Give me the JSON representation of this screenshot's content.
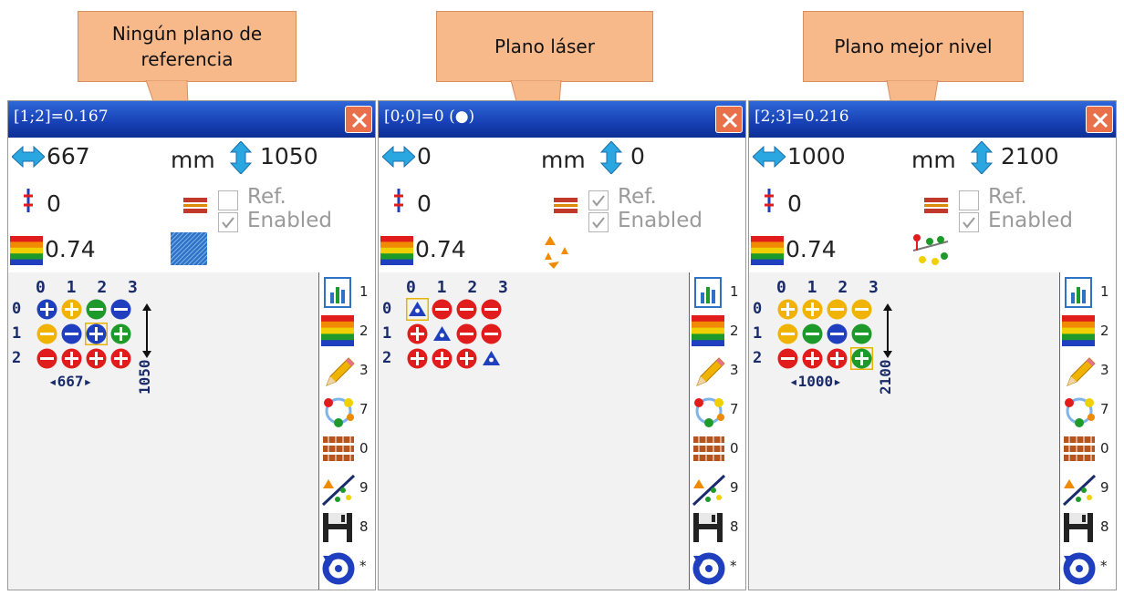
{
  "callouts": [
    {
      "line1": "Ningún plano de",
      "line2": "referencia"
    },
    {
      "line1": "Plano láser",
      "line2": ""
    },
    {
      "line1": "Plano mejor nivel",
      "line2": ""
    }
  ],
  "panels": [
    {
      "title": "[1;2]=0.167",
      "h_value": "667",
      "unit": "mm",
      "v_value": "1050",
      "tilt_value": "0",
      "ref_label": "Ref.",
      "enabled_label": "Enabled",
      "ref_checked": false,
      "enabled_checked": true,
      "color_value": "0.74",
      "plane_icon": "blue-hatched-plane-icon",
      "col_labels": "0 1 2 3",
      "row_labels": [
        "0",
        "1",
        "2"
      ],
      "cells": [
        [
          "plus-blue",
          "plus-yellow",
          "minus-green",
          "minus-blue"
        ],
        [
          "minus-yellow",
          "minus-blue",
          "plus-blue-selected",
          "plus-green"
        ],
        [
          "minus-red",
          "plus-red",
          "plus-red",
          "plus-red"
        ]
      ],
      "width_label": "667",
      "height_label": "1050"
    },
    {
      "title": "[0;0]=0 (●)",
      "h_value": "0",
      "unit": "mm",
      "v_value": "0",
      "tilt_value": "0",
      "ref_label": "Ref.",
      "enabled_label": "Enabled",
      "ref_checked": true,
      "enabled_checked": true,
      "color_value": "0.74",
      "plane_icon": "laser-plane-icon",
      "col_labels": "0 1 2 3",
      "row_labels": [
        "0",
        "1",
        "2"
      ],
      "cells": [
        [
          "triangle-blue-selected",
          "minus-red",
          "minus-red",
          "minus-red"
        ],
        [
          "plus-red",
          "triangle-blue",
          "minus-red",
          "minus-red"
        ],
        [
          "plus-red",
          "plus-red",
          "plus-red",
          "triangle-blue"
        ]
      ],
      "width_label": "",
      "height_label": ""
    },
    {
      "title": "[2;3]=0.216",
      "h_value": "1000",
      "unit": "mm",
      "v_value": "2100",
      "tilt_value": "0",
      "ref_label": "Ref.",
      "enabled_label": "Enabled",
      "ref_checked": false,
      "enabled_checked": true,
      "color_value": "0.74",
      "plane_icon": "best-level-plane-icon",
      "col_labels": "0 1 2 3",
      "row_labels": [
        "0",
        "1",
        "2"
      ],
      "cells": [
        [
          "plus-yellow",
          "plus-yellow",
          "minus-yellow",
          "minus-yellow"
        ],
        [
          "minus-yellow",
          "minus-green",
          "minus-blue",
          "minus-green"
        ],
        [
          "minus-red",
          "plus-red",
          "plus-red",
          "plus-green-selected"
        ]
      ],
      "width_label": "1000",
      "height_label": "2100"
    }
  ],
  "toolbar": [
    {
      "icon": "report-icon",
      "num": "1"
    },
    {
      "icon": "color-scale-icon",
      "num": "2"
    },
    {
      "icon": "pencil-icon",
      "num": "3"
    },
    {
      "icon": "network-icon",
      "num": "7"
    },
    {
      "icon": "ruler-stack-icon",
      "num": "0"
    },
    {
      "icon": "plane-tool-icon",
      "num": "9"
    },
    {
      "icon": "save-icon",
      "num": "8"
    },
    {
      "icon": "undo-icon",
      "num": "*"
    }
  ],
  "colors": {
    "blue": "#1f3fbf",
    "yellow": "#f0b400",
    "green": "#1d9a2a",
    "red": "#e01c1c",
    "title_bar": "#1d48c0",
    "callout": "#f8b98a"
  }
}
